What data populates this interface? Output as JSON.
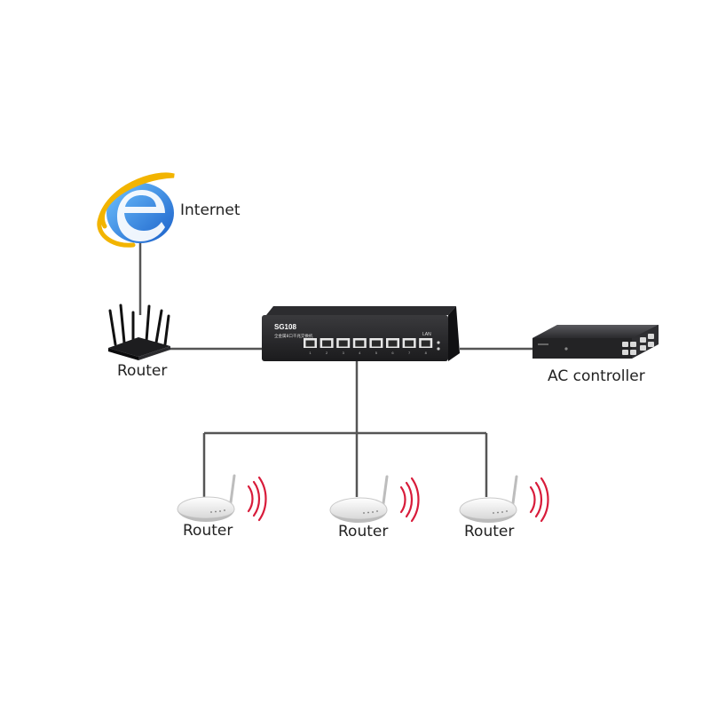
{
  "nodes": {
    "internet": {
      "label": "Internet",
      "icon": "internet-explorer-icon"
    },
    "core_router": {
      "label": "Router",
      "icon": "wifi-router-icon"
    },
    "switch": {
      "model": "SG108",
      "subtitle": "全金属8口千兆交换机",
      "port_group_label": "LAN",
      "port_numbers": [
        "1",
        "2",
        "3",
        "4",
        "5",
        "6",
        "7",
        "8"
      ],
      "icon": "ethernet-switch-icon"
    },
    "ac_controller": {
      "label": "AC controller",
      "icon": "rack-server-icon"
    },
    "access_points": [
      {
        "label": "Router",
        "icon": "access-point-icon"
      },
      {
        "label": "Router",
        "icon": "access-point-icon"
      },
      {
        "label": "Router",
        "icon": "access-point-icon"
      }
    ]
  },
  "colors": {
    "connection_line": "#555555",
    "ie_blue": "#1e78d8",
    "ie_ring": "#f2b400",
    "signal_wave": "#d81b3a",
    "device_dark": "#1d1d1f",
    "ap_body": "#f2f2f2"
  }
}
